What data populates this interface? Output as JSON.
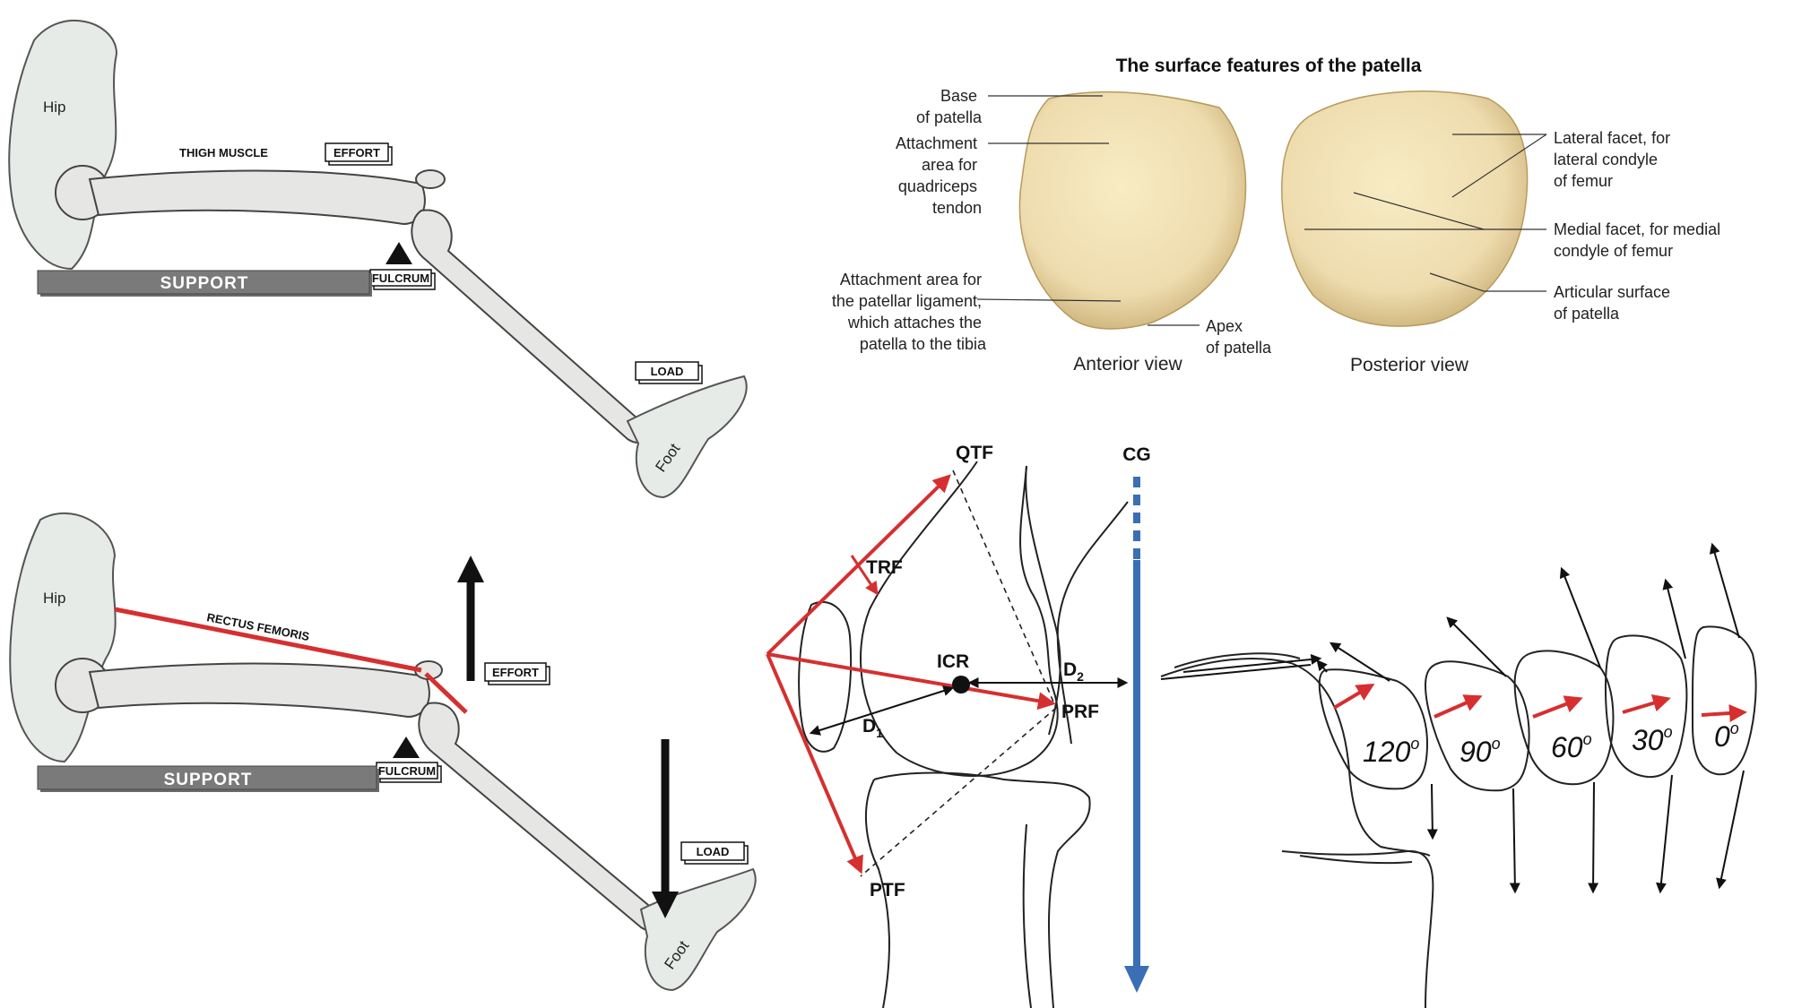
{
  "lever_top": {
    "region_hip": "Hip",
    "region_foot": "Foot",
    "muscle": "THIGH MUSCLE",
    "effort": "EFFORT",
    "fulcrum": "FULCRUM",
    "support": "SUPPORT",
    "load": "LOAD"
  },
  "lever_bottom": {
    "region_hip": "Hip",
    "region_foot": "Foot",
    "muscle": "RECTUS FEMORIS",
    "effort": "EFFORT",
    "fulcrum": "FULCRUM",
    "support": "SUPPORT",
    "load": "LOAD"
  },
  "patella": {
    "title": "The surface features of the patella",
    "base": [
      "Base",
      "of patella"
    ],
    "attach_quad": [
      "Attachment",
      "area for",
      "quadriceps",
      "tendon"
    ],
    "attach_lig": [
      "Attachment area for",
      "the patellar ligament,",
      "which attaches the",
      "patella to the tibia"
    ],
    "apex": [
      "Apex",
      "of patella"
    ],
    "lateral": [
      "Lateral facet, for",
      "lateral condyle",
      "of femur"
    ],
    "medial": [
      "Medial facet, for medial",
      "condyle of femur"
    ],
    "articular": [
      "Articular surface",
      "of patella"
    ],
    "anterior_view": "Anterior view",
    "posterior_view": "Posterior view"
  },
  "knee_forces": {
    "qtf": "QTF",
    "cg": "CG",
    "trf": "TRF",
    "icr": "ICR",
    "d2": "D",
    "d2_sub": "2",
    "d1": "D",
    "d1_sub": "1",
    "prf": "PRF",
    "ptf": "PTF"
  },
  "flexion_angles": [
    {
      "label": "120",
      "sup": "o"
    },
    {
      "label": "90",
      "sup": "o"
    },
    {
      "label": "60",
      "sup": "o"
    },
    {
      "label": "30",
      "sup": "o"
    },
    {
      "label": "0",
      "sup": "o"
    }
  ],
  "colors": {
    "force_red": "#d62f2f",
    "cg_blue": "#3a6fb5",
    "support_gray": "#6b6b6b",
    "patella_bone": "#eedcae"
  }
}
